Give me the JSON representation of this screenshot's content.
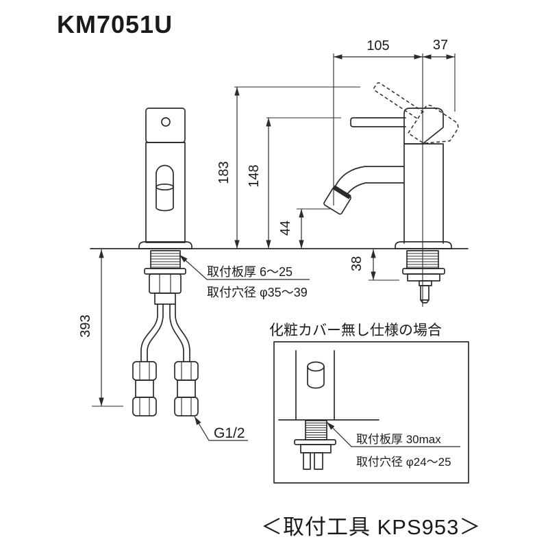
{
  "title": "KM7051U",
  "colors": {
    "line": "#2b2b2b",
    "text": "#1a1a1a",
    "background": "#ffffff"
  },
  "dimensions": {
    "spout_to_center": "105",
    "center_to_handle_end": "37",
    "total_height": "183",
    "spout_top_height": "148",
    "spout_clearance": "44",
    "under_counter_depth": "38",
    "hose_length": "393"
  },
  "labels": {
    "mount_plate_thickness": "取付板厚 6〜25",
    "mount_hole_diameter": "取付穴径 φ35〜39",
    "hose_thread": "G1/2",
    "detail_caption": "化粧カバー無し仕様の場合",
    "detail_plate_thickness": "取付板厚 30max",
    "detail_hole_diameter": "取付穴径 φ24〜25",
    "tool_note": "＜取付工具 KPS953＞"
  }
}
